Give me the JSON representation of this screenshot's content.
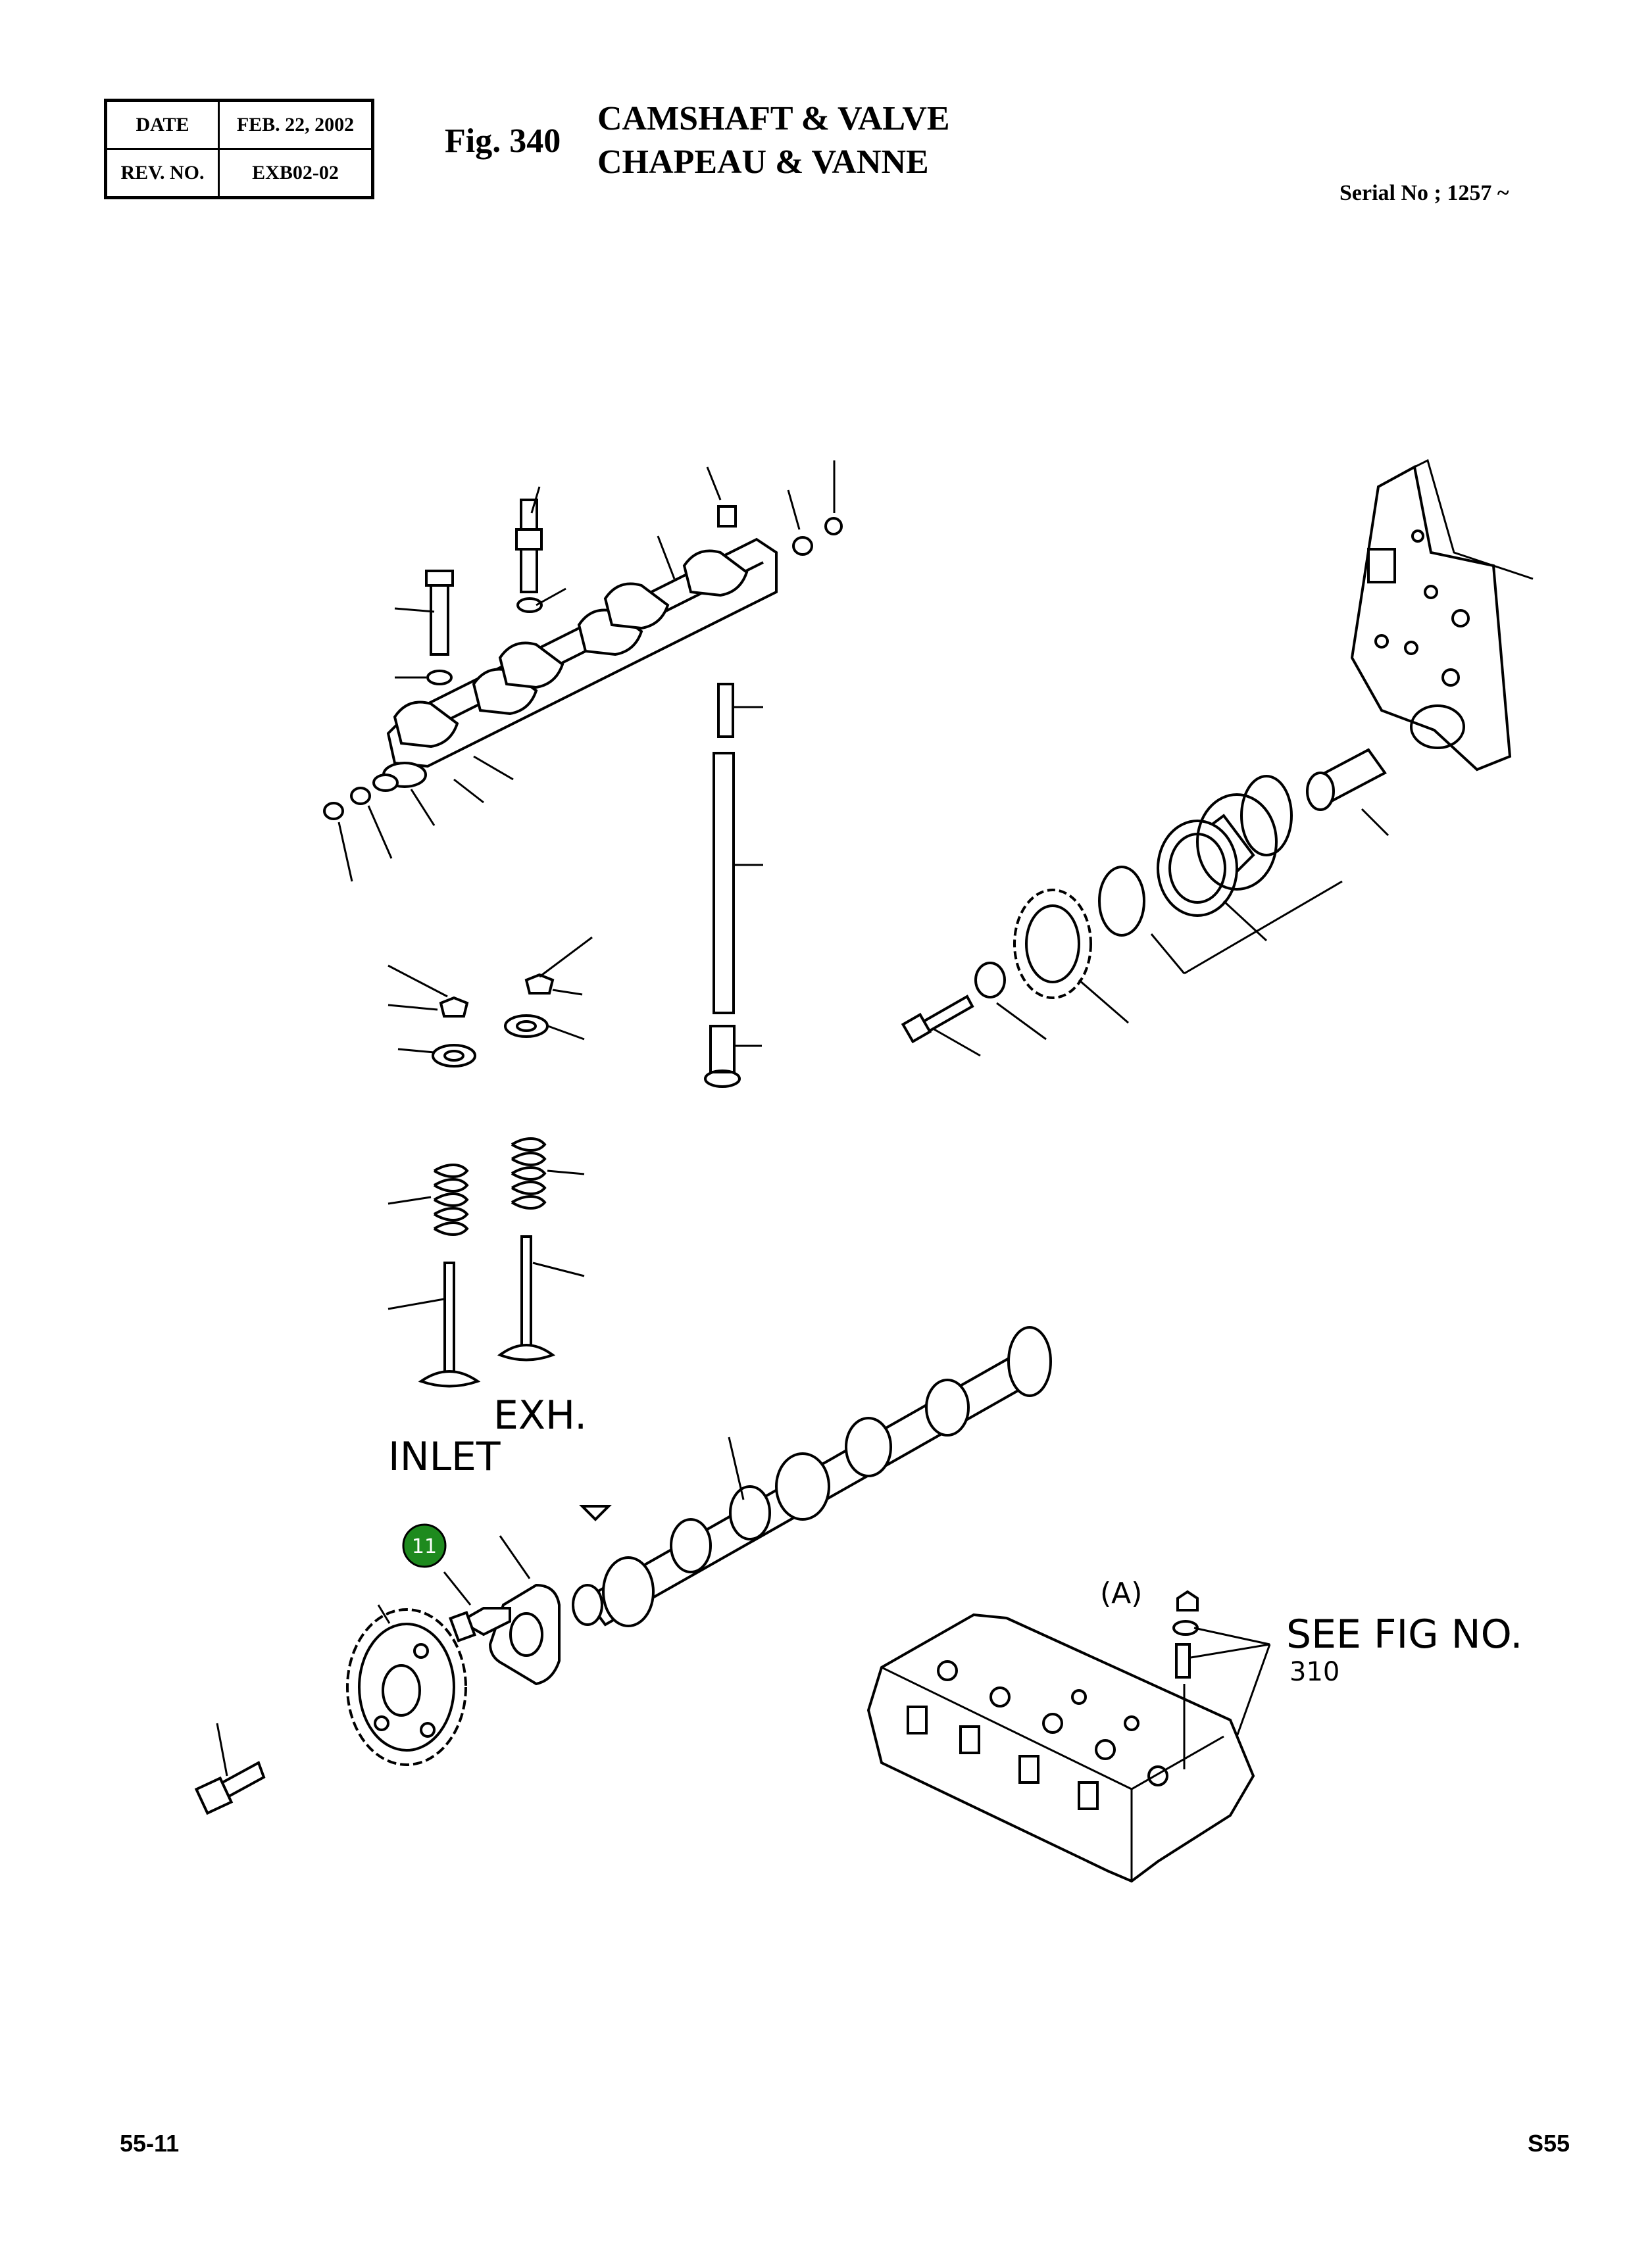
{
  "header": {
    "date_label": "DATE",
    "date_value": "FEB. 22, 2002",
    "rev_label": "REV. NO.",
    "rev_value": "EXB02-02",
    "fig_number": "Fig. 340",
    "title_line1": "CAMSHAFT & VALVE",
    "title_line2": "CHAPEAU & VANNE",
    "serial": "Serial No ; 1257 ~"
  },
  "diagram": {
    "label_exh": "EXH.",
    "label_inlet": "INLET",
    "label_a": "(A)",
    "label_see_fig": "SEE FIG NO.",
    "label_fig_ref": "310",
    "callout_number": "11",
    "callout_color": "#1e8a1e"
  },
  "footer": {
    "page_left": "55-11",
    "page_right": "S55"
  }
}
